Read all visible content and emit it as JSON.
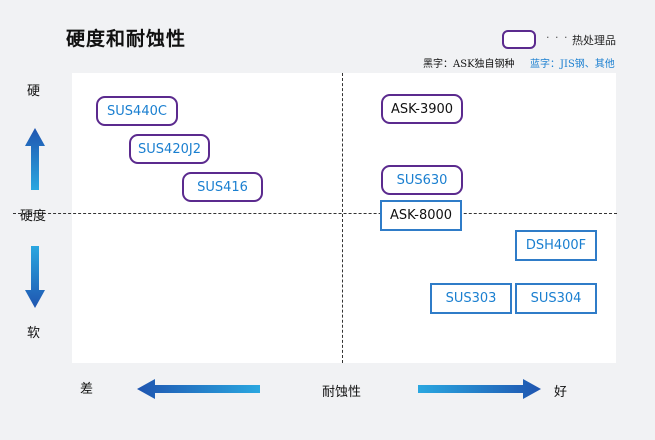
{
  "title": "硬度和耐蚀性",
  "legend": {
    "dots": "· · ·",
    "heat_treated_label": "热处理品",
    "black_text_note": "黑字：ASK独自钢种",
    "blue_text_note": "蓝字：JIS钢、其他"
  },
  "axes": {
    "y_top": "硬",
    "y_mid": "硬度",
    "y_bottom": "软",
    "x_left": "差",
    "x_mid": "耐蚀性",
    "x_right": "好"
  },
  "colors": {
    "heat_border": "#5b2a8e",
    "plain_border": "#2f7cc8",
    "blue_text": "#1a7fd0",
    "arrow_blue": "#1f55b0"
  },
  "nodes": [
    {
      "label": "SUS440C",
      "heat_treated": true,
      "text_color": "blue",
      "quadrant": "upper-left"
    },
    {
      "label": "SUS420J2",
      "heat_treated": true,
      "text_color": "blue",
      "quadrant": "upper-left"
    },
    {
      "label": "SUS416",
      "heat_treated": true,
      "text_color": "blue",
      "quadrant": "upper-left"
    },
    {
      "label": "ASK-3900",
      "heat_treated": true,
      "text_color": "black",
      "quadrant": "upper-right"
    },
    {
      "label": "SUS630",
      "heat_treated": true,
      "text_color": "blue",
      "quadrant": "upper-right"
    },
    {
      "label": "ASK-8000",
      "heat_treated": false,
      "text_color": "black",
      "quadrant": "upper-right"
    },
    {
      "label": "DSH400F",
      "heat_treated": false,
      "text_color": "blue",
      "quadrant": "lower-right"
    },
    {
      "label": "SUS303",
      "heat_treated": false,
      "text_color": "blue",
      "quadrant": "lower-right"
    },
    {
      "label": "SUS304",
      "heat_treated": false,
      "text_color": "blue",
      "quadrant": "lower-right"
    }
  ]
}
